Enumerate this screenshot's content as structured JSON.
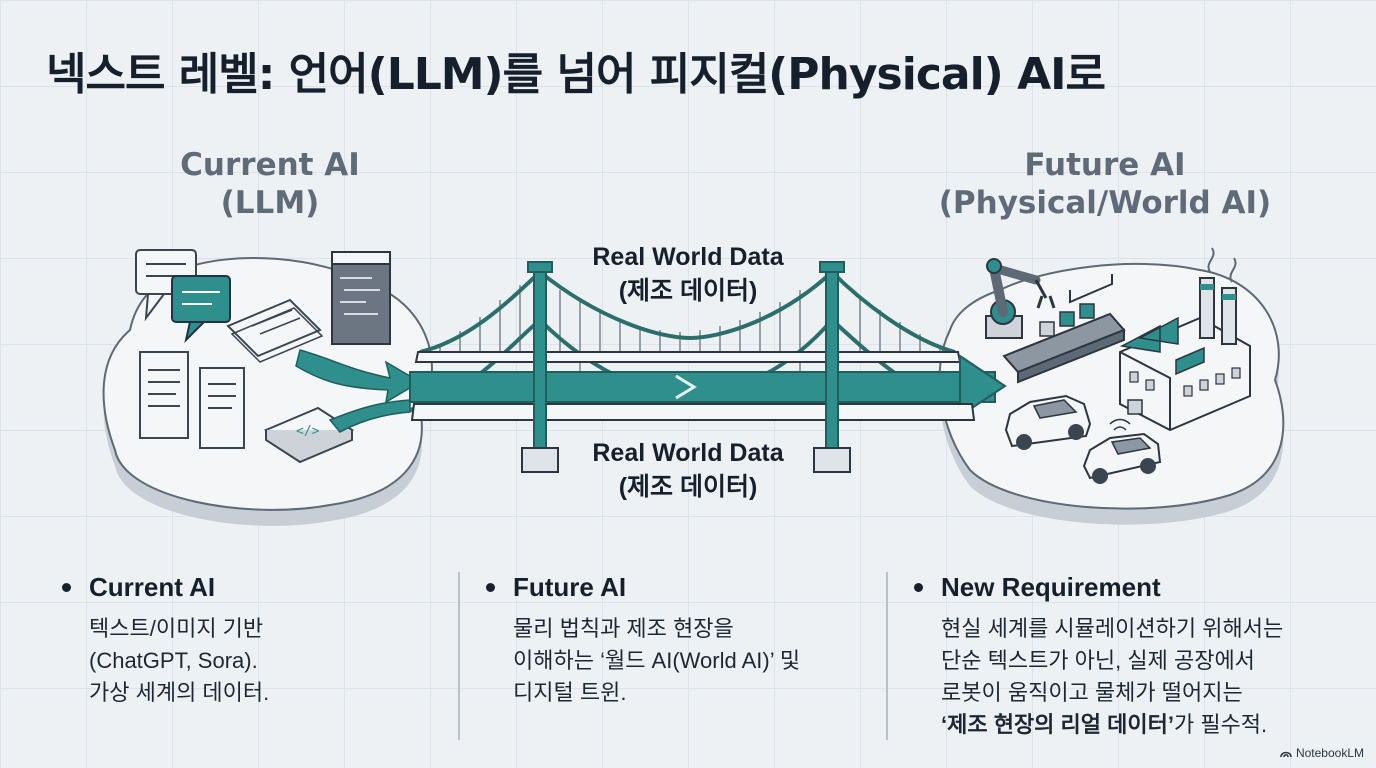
{
  "title": "넥스트 레벨: 언어(LLM)를 넘어 피지컬(Physical) AI로",
  "left": {
    "title_line1": "Current AI",
    "title_line2": "(LLM)"
  },
  "right": {
    "title_line1": "Future AI",
    "title_line2": "(Physical/World AI)"
  },
  "bridge": {
    "top_line1": "Real World Data",
    "top_line2": "(제조 데이터)",
    "bottom_line1": "Real World Data",
    "bottom_line2": "(제조 데이터)"
  },
  "columns": [
    {
      "heading": "Current AI",
      "body": "텍스트/이미지 기반\n(ChatGPT, Sora).\n가상 세계의 데이터."
    },
    {
      "heading": "Future AI",
      "body": "물리 법칙과 제조 현장을\n이해하는 ‘월드 AI(World AI)’ 및\n디지털 트윈."
    },
    {
      "heading": "New Requirement",
      "body": "현실 세계를 시뮬레이션하기 위해서는\n단순 텍스트가 아닌, 실제 공장에서\n로봇이 움직이고 물체가 떨어지는",
      "body_emph": "‘제조 현장의 리얼 데이터’",
      "body_tail": "가 필수적."
    }
  ],
  "watermark": "NotebookLM",
  "colors": {
    "teal": "#2f8f8c",
    "dark": "#16202c",
    "gray_title": "#5f6b78"
  }
}
